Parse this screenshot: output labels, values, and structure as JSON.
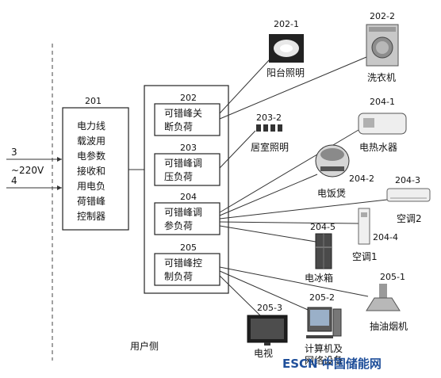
{
  "input_terminals": {
    "a": "3",
    "b": "4",
    "voltage": "~220V"
  },
  "controller": {
    "id": "201",
    "lines": [
      "电力线",
      "载波用",
      "电参数",
      "接收和",
      "用电负",
      "荷错峰",
      "控制器"
    ]
  },
  "load_groups": [
    {
      "id": "202",
      "lines": [
        "可错峰关",
        "断负荷"
      ]
    },
    {
      "id": "203",
      "lines": [
        "可错峰调",
        "压负荷"
      ]
    },
    {
      "id": "204",
      "lines": [
        "可错峰调",
        "参负荷"
      ]
    },
    {
      "id": "205",
      "lines": [
        "可错峰控",
        "制负荷"
      ]
    }
  ],
  "devices": [
    {
      "id": "202-1",
      "label": "阳台照明",
      "icon": "ceiling-lamp-icon"
    },
    {
      "id": "202-2",
      "label": "洗衣机",
      "icon": "washing-machine-icon"
    },
    {
      "id": "203-2",
      "label": "居室照明",
      "icon": "room-lamps-icon"
    },
    {
      "id": "204-1",
      "label": "电热水器",
      "icon": "water-heater-icon"
    },
    {
      "id": "204-2",
      "label": "电饭煲",
      "icon": "rice-cooker-icon"
    },
    {
      "id": "204-3",
      "label": "空调2",
      "icon": "wall-air-conditioner-icon"
    },
    {
      "id": "204-4",
      "label": "空调1",
      "icon": "floor-air-conditioner-icon"
    },
    {
      "id": "204-5",
      "label": "电冰箱",
      "icon": "refrigerator-icon"
    },
    {
      "id": "205-1",
      "label": "抽油烟机",
      "icon": "range-hood-icon"
    },
    {
      "id": "205-2",
      "label": "计算机及\n网络设备",
      "icon": "computer-icon"
    },
    {
      "id": "205-3",
      "label": "电视",
      "icon": "television-icon"
    }
  ],
  "user_side_label": "用户侧",
  "watermark": "ESCN 中国储能网"
}
